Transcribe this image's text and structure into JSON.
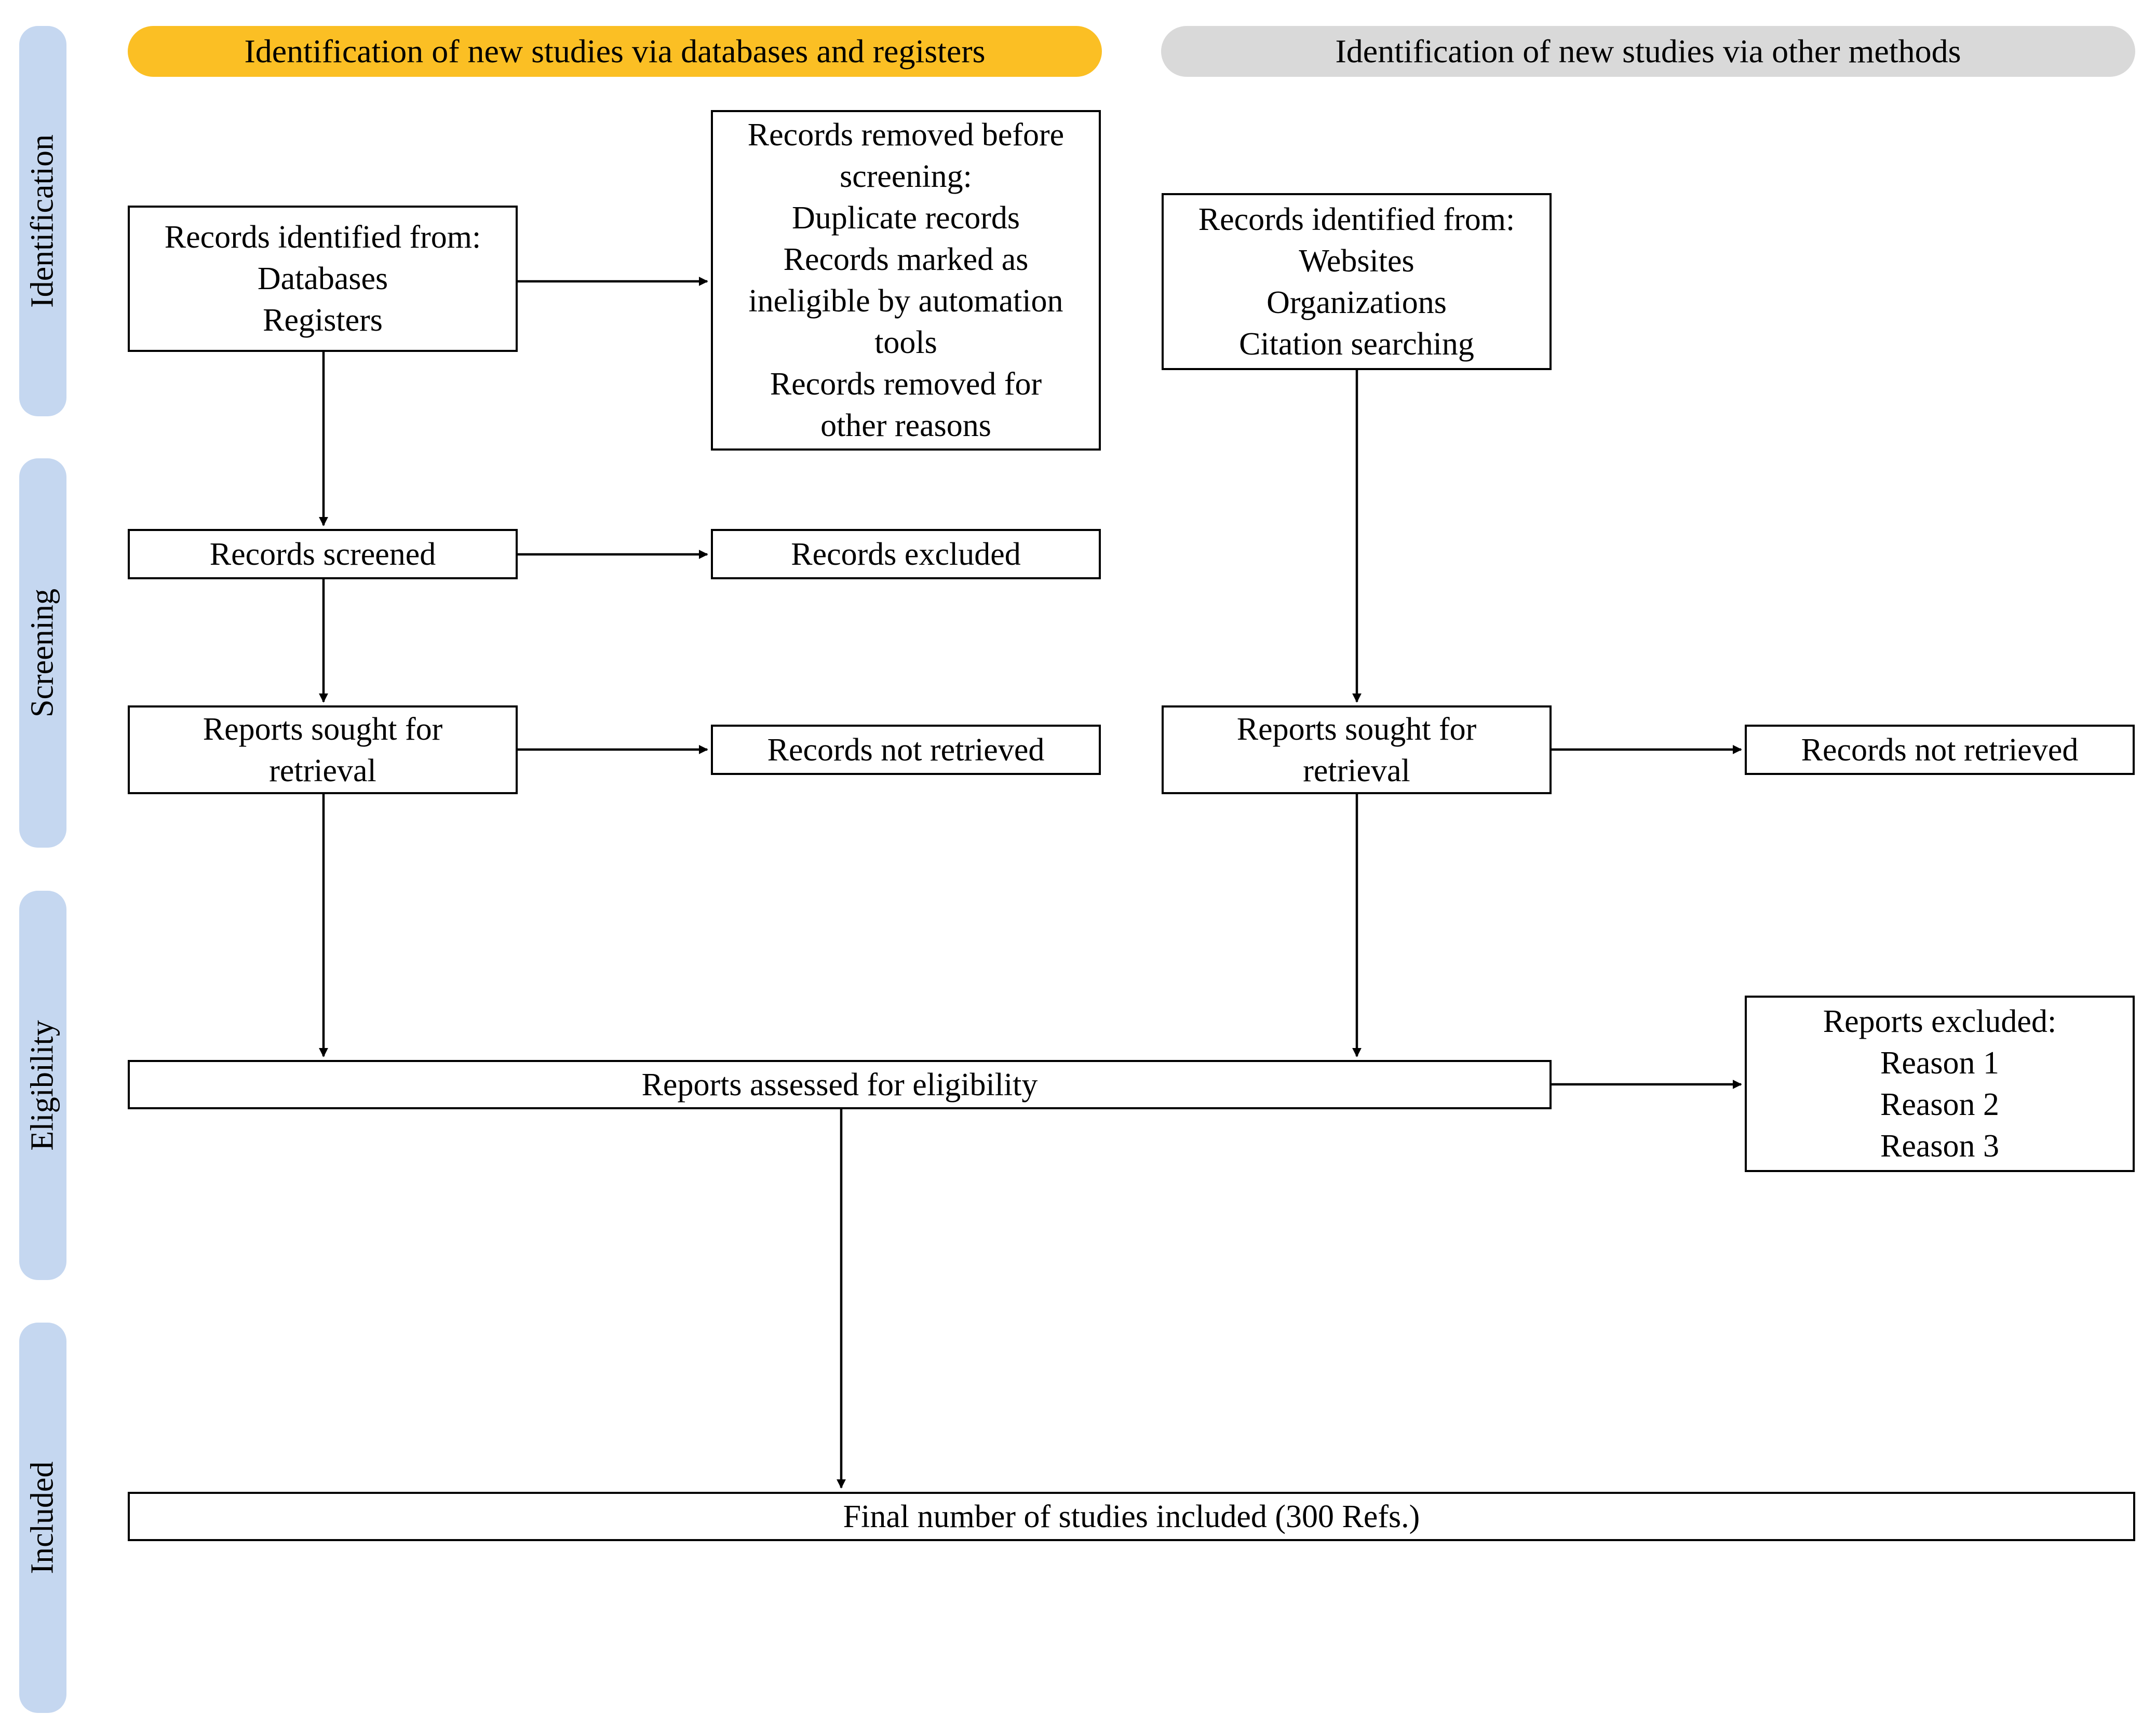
{
  "phases": {
    "identification": "Identification",
    "screening": "Screening",
    "eligibility": "Eligibility",
    "included": "Included"
  },
  "headers": {
    "databases": "Identification of new studies via databases and registers",
    "other": "Identification of new studies via other methods"
  },
  "colors": {
    "databases_header": "#fbbf24",
    "other_header": "#d9d9d9",
    "phase_bar": "#c5d7f0"
  },
  "boxes": {
    "db_identified": [
      "Records identified from:",
      "Databases",
      "Registers"
    ],
    "db_removed": [
      "Records removed before",
      "screening:",
      "Duplicate records",
      "Records marked as",
      "ineligible by automation",
      "tools",
      "Records removed for",
      "other reasons"
    ],
    "other_identified": [
      "Records identified from:",
      "Websites",
      "Organizations",
      "Citation searching"
    ],
    "db_screened": "Records screened",
    "db_excluded": "Records excluded",
    "db_sought": [
      "Reports sought for",
      "retrieval"
    ],
    "db_not_retrieved": "Records not retrieved",
    "other_sought": [
      "Reports sought for",
      "retrieval"
    ],
    "other_not_retrieved": "Records not retrieved",
    "assessed": "Reports assessed for eligibility",
    "reports_excluded": [
      "Reports excluded:",
      "Reason 1",
      "Reason 2",
      "Reason 3"
    ],
    "final": "Final number of studies included (300 Refs.)"
  }
}
